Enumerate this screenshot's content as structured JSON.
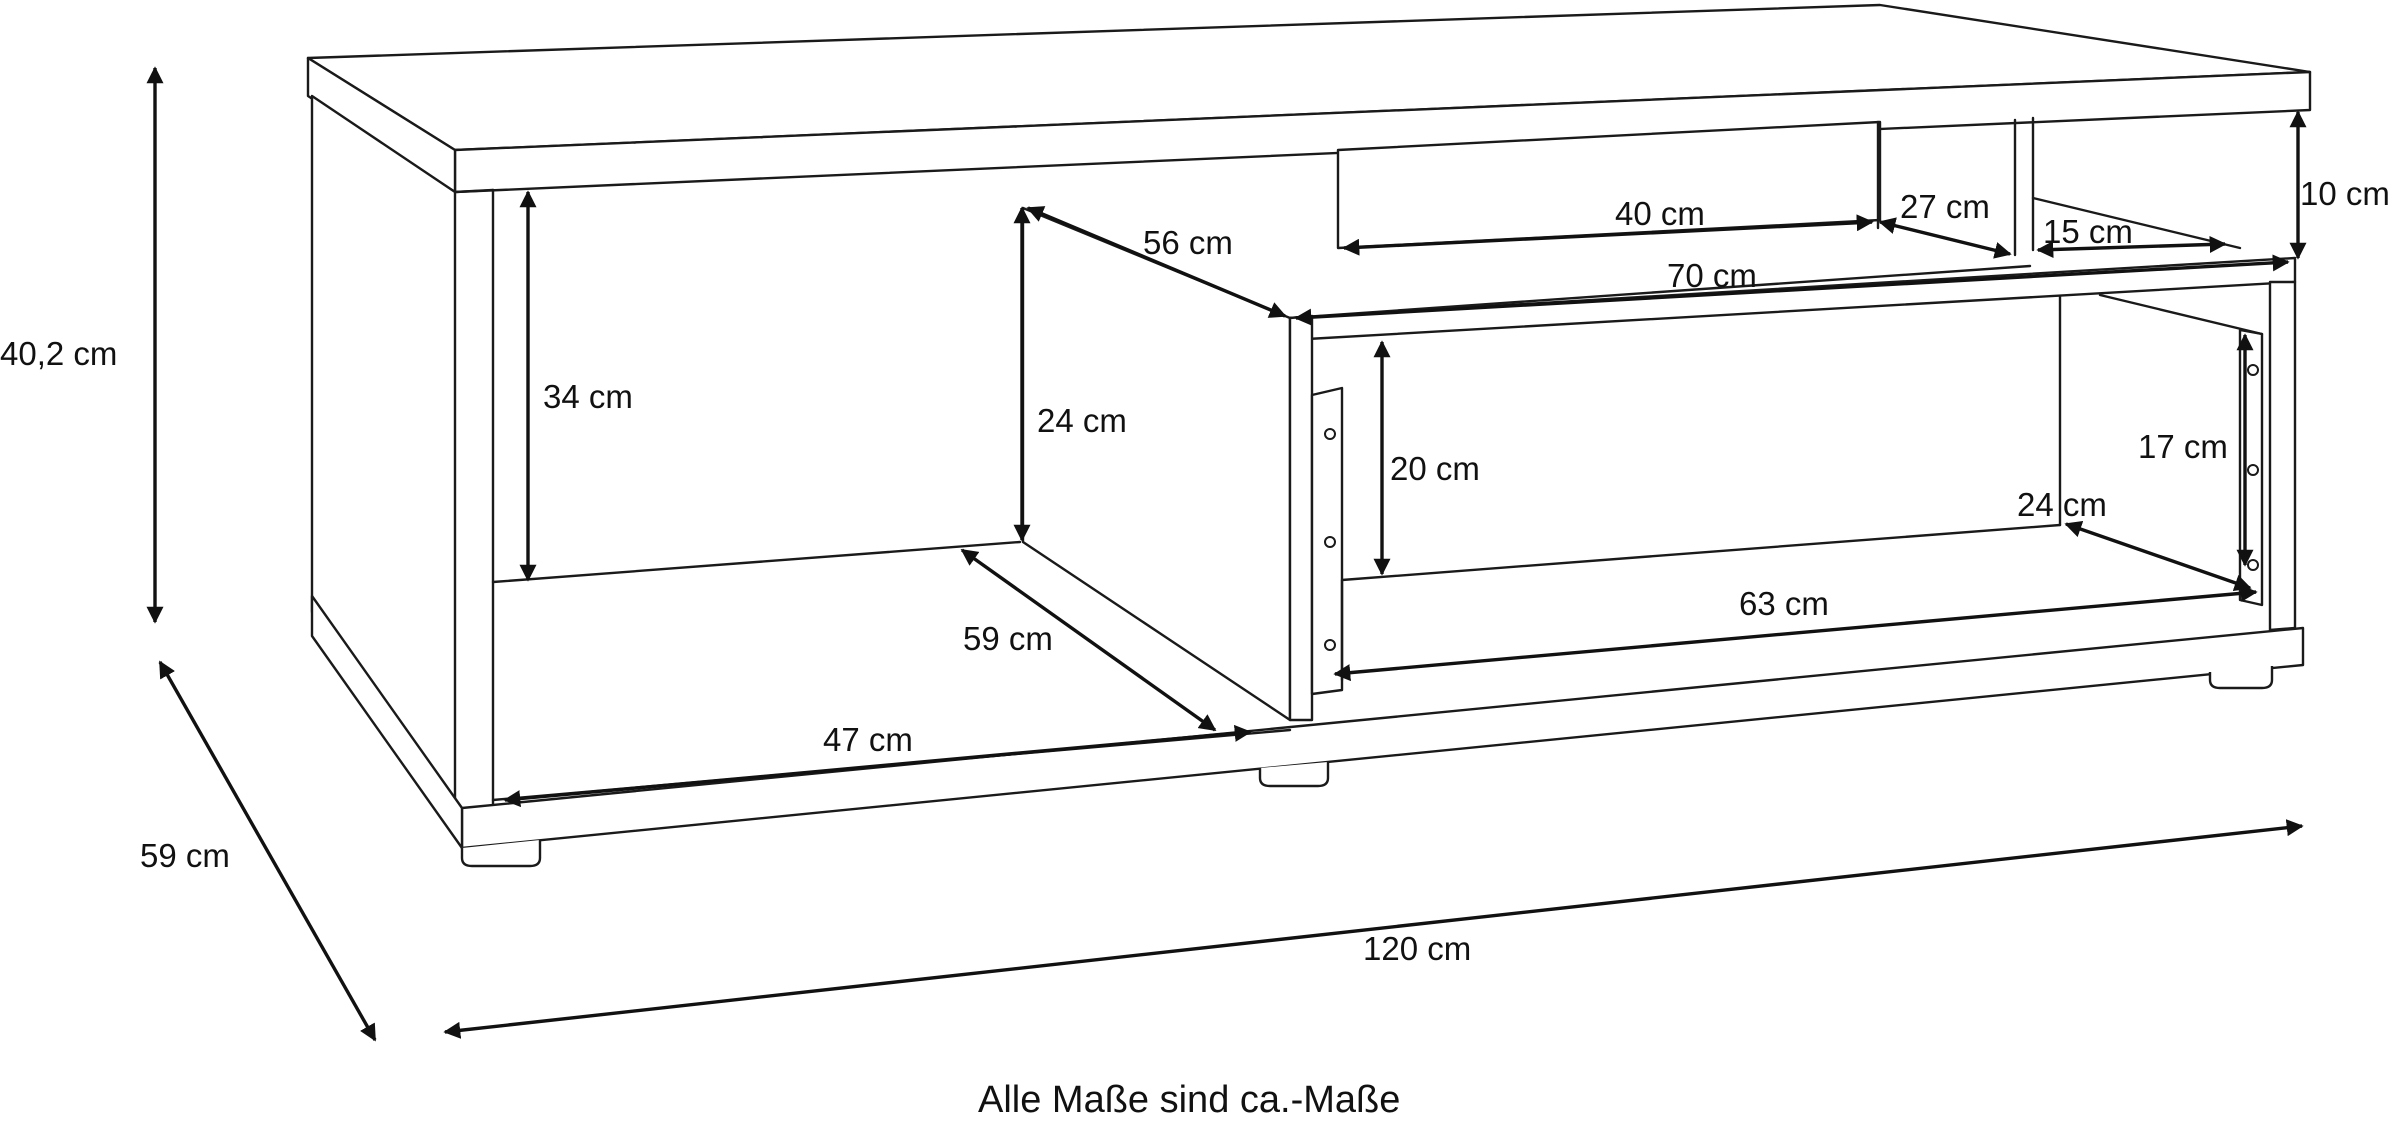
{
  "dimensions": {
    "total_height": "40,2 cm",
    "depth": "59 cm",
    "width": "120 cm",
    "top_thickness": "10 cm",
    "left_compartment_height": "34 cm",
    "drawer_front_height": "24 cm",
    "drawer_front_width": "56 cm",
    "drawer_depth": "59 cm",
    "bottom_shelf_width": "47 cm",
    "upper_opening_width": "40 cm",
    "upper_opening_depth": "27 cm",
    "right_upper_depth": "15 cm",
    "middle_shelf_width": "70 cm",
    "right_compartment_height": "20 cm",
    "drawer_side_height": "17 cm",
    "drawer_side_depth": "24 cm",
    "drawer_width": "63 cm"
  },
  "caption": "Alle Maße sind ca.-Maße"
}
